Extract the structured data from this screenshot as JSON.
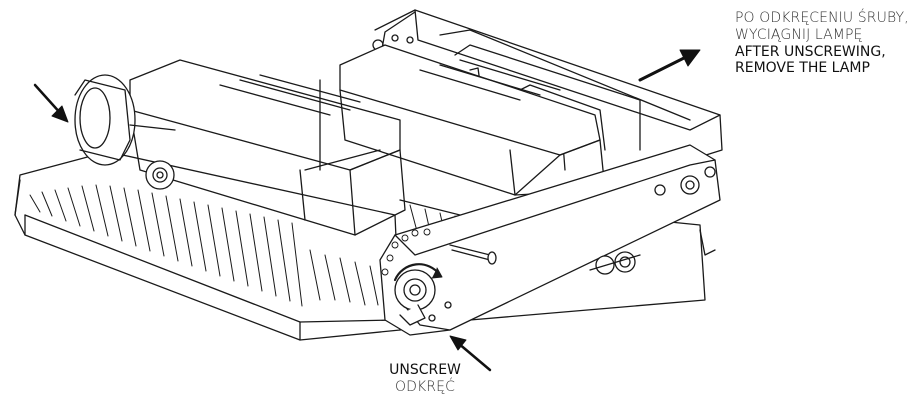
{
  "annotations": {
    "remove_lamp": {
      "polish_line1": "PO ODKRĘCENIU ŚRUBY,",
      "polish_line2": "WYCIĄGNIJ LAMPĘ",
      "english_line1": "AFTER UNSCREWING,",
      "english_line2": "REMOVE THE LAMP"
    },
    "unscrew": {
      "english": "UNSCREW",
      "polish": "ODKRĘĆ"
    }
  },
  "colors": {
    "line": "#1a1a1a",
    "fill": "#ffffff",
    "arrow": "#111111"
  },
  "icons": [
    "arrow-icon",
    "lamp-drawing"
  ]
}
